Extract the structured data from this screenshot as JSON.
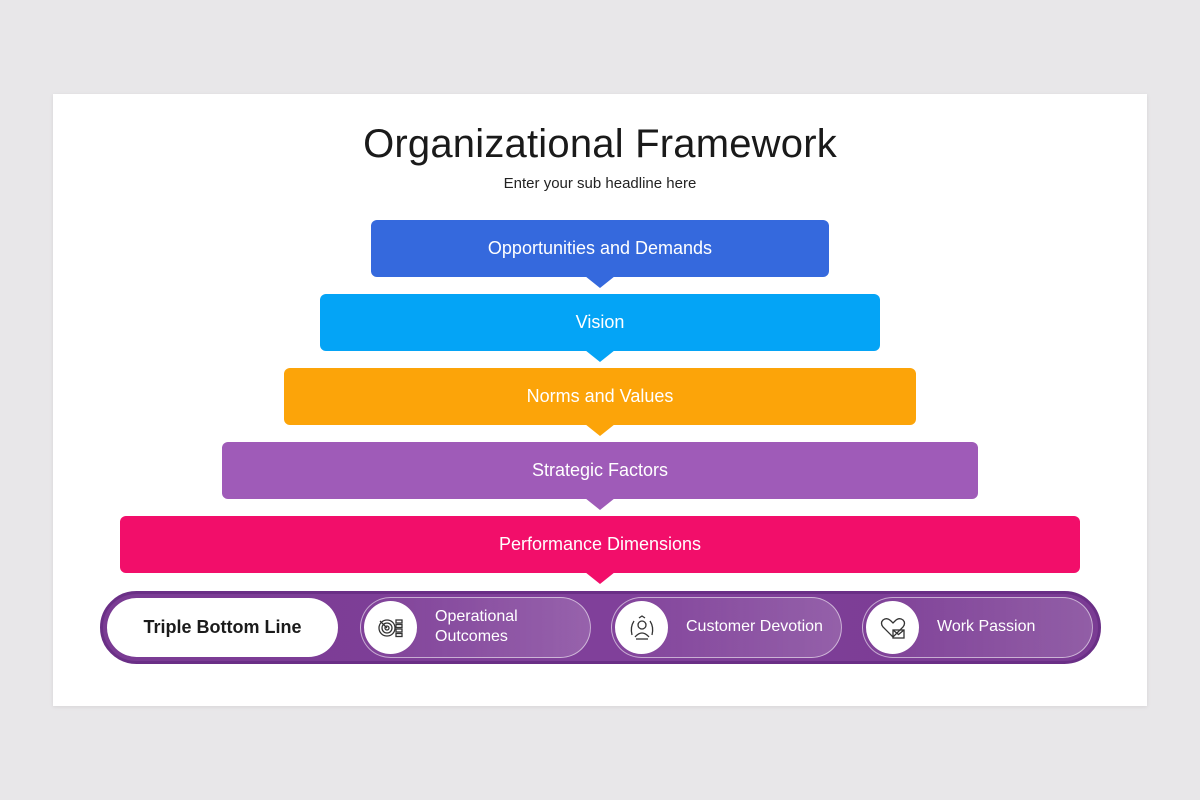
{
  "slide": {
    "title": "Organizational Framework",
    "subtitle": "Enter your sub headline here"
  },
  "tiers": [
    {
      "label": "Opportunities and Demands",
      "color": "#3569dd"
    },
    {
      "label": "Vision",
      "color": "#04a4f6"
    },
    {
      "label": "Norms and Values",
      "color": "#fca409"
    },
    {
      "label": "Strategic Factors",
      "color": "#9f5bb8"
    },
    {
      "label": "Performance Dimensions",
      "color": "#f20e6a"
    }
  ],
  "base": {
    "lead": "Triple Bottom Line",
    "color": "#7a3b93",
    "items": [
      {
        "label": "Operational Outcomes",
        "icon": "target-chart-icon"
      },
      {
        "label": "Customer Devotion",
        "icon": "customer-award-icon"
      },
      {
        "label": "Work Passion",
        "icon": "heart-mail-icon"
      }
    ]
  }
}
